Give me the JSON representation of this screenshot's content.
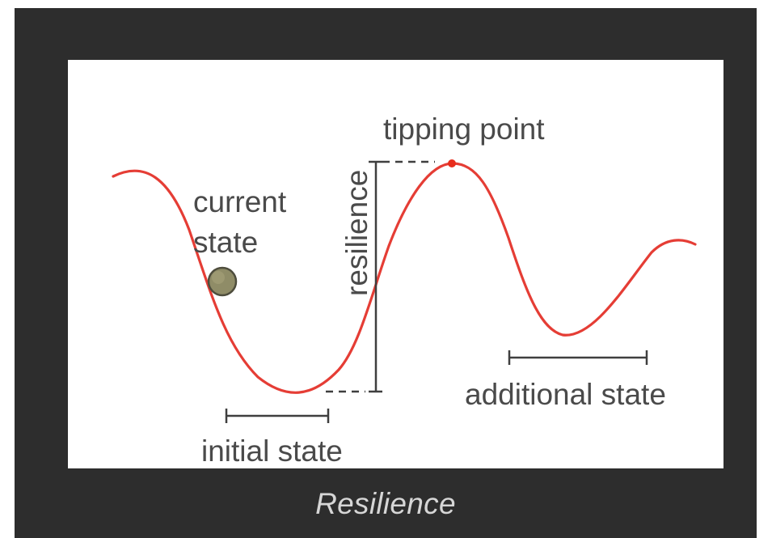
{
  "diagram": {
    "labels": {
      "tipping_point": "tipping point",
      "current_state": [
        "current",
        "state"
      ],
      "resilience": "resilience",
      "initial_state": "initial state",
      "additional_state": "additional state"
    },
    "colors": {
      "frame": "#2d2d2d",
      "curve": "#e53d35",
      "marker": "#e82d1c",
      "ball": "#8f8c67",
      "text": "#4a4a4a"
    }
  },
  "caption": "Resilience"
}
